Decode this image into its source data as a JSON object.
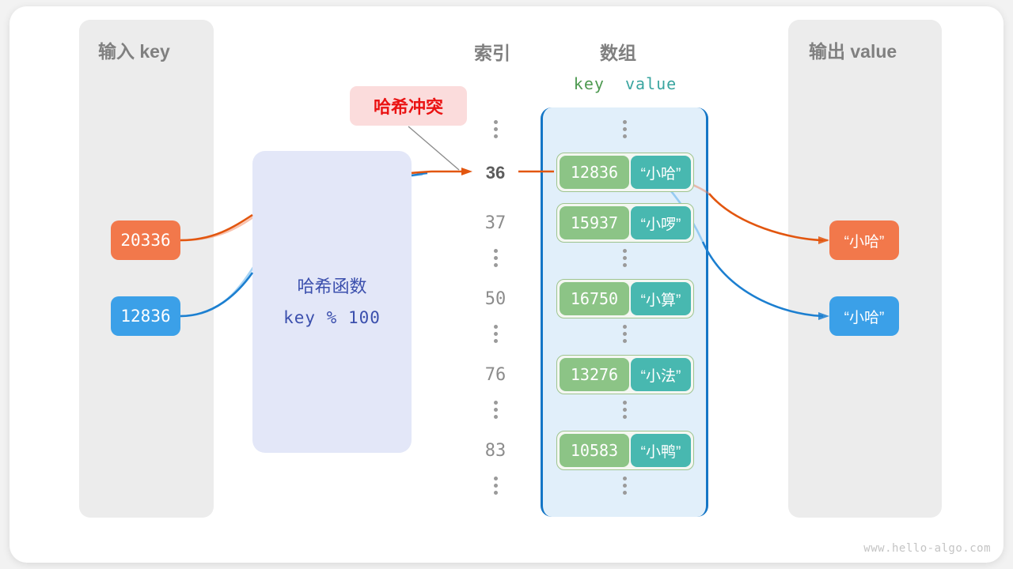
{
  "panels": {
    "input_title": "输入 key",
    "output_title": "输出 value",
    "index_title": "索引",
    "array_title": "数组",
    "kv_header_key": "key",
    "kv_header_value": "value"
  },
  "hash_function": {
    "label": "哈希函数",
    "expression": "key % 100"
  },
  "collision": {
    "label": "哈希冲突"
  },
  "inputs": [
    {
      "key": "20336",
      "color": "#f2784b"
    },
    {
      "key": "12836",
      "color": "#3ba0e8"
    }
  ],
  "outputs": [
    {
      "value": "“小哈”",
      "color": "#f2784b"
    },
    {
      "value": "“小哈”",
      "color": "#3ba0e8"
    }
  ],
  "buckets": [
    {
      "index": "36",
      "key": "12836",
      "value": "“小哈”",
      "highlight": true
    },
    {
      "index": "37",
      "key": "15937",
      "value": "“小啰”",
      "highlight": false
    },
    {
      "index": "50",
      "key": "16750",
      "value": "“小算”",
      "highlight": false
    },
    {
      "index": "76",
      "key": "13276",
      "value": "“小法”",
      "highlight": false
    },
    {
      "index": "83",
      "key": "10583",
      "value": "“小鸭”",
      "highlight": false
    }
  ],
  "colors": {
    "key_cell": "#8cc486",
    "value_cell": "#48b8b0",
    "array_panel_border": "#1476c6",
    "array_panel_bg": "#e1effa",
    "hash_box_bg": "#e3e7f8",
    "hash_text": "#3b4fad",
    "collision_bg": "#fbdcdc",
    "collision_text": "#ea1313",
    "panel_bg": "#ececec"
  },
  "watermark": "www.hello-algo.com"
}
